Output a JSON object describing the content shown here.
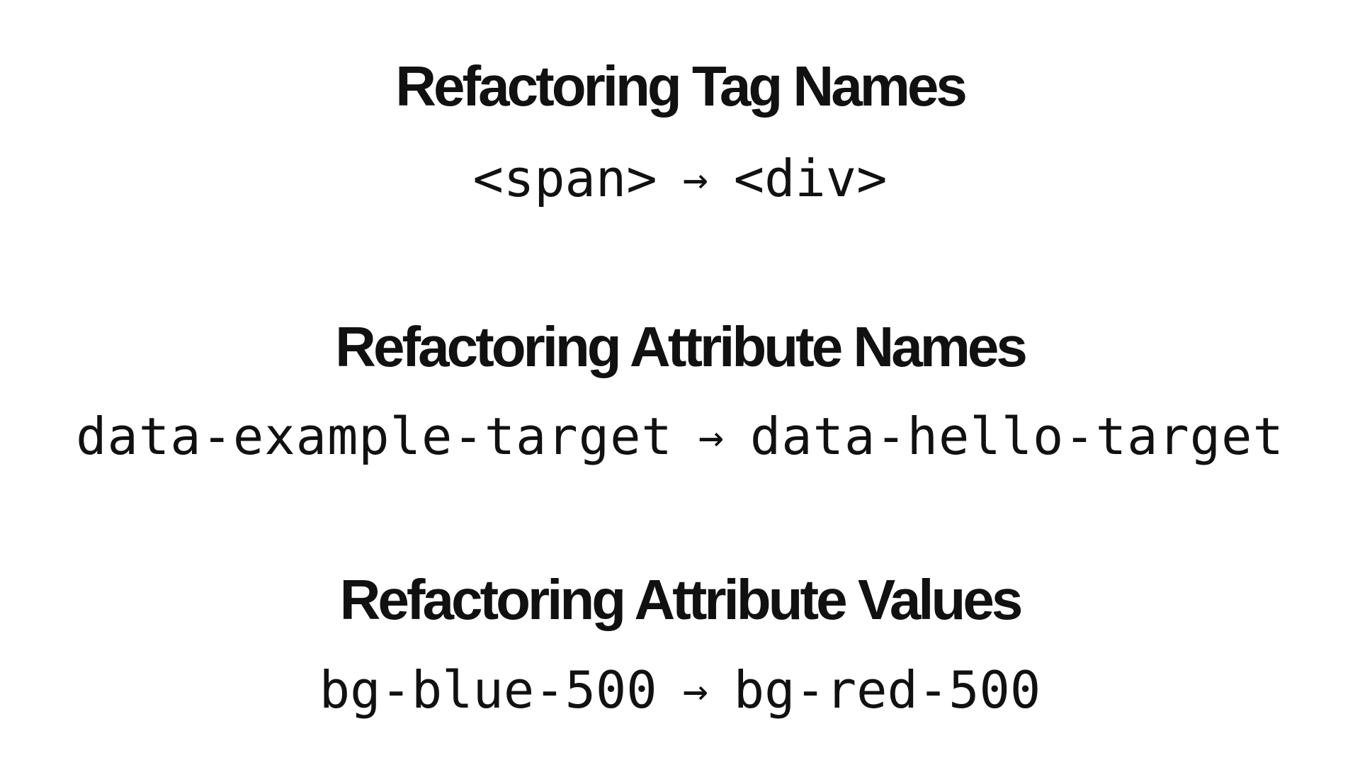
{
  "sections": [
    {
      "heading": "Refactoring Tag Names",
      "from": "<span>",
      "arrow": "→",
      "to": "<div>"
    },
    {
      "heading": "Refactoring Attribute Names",
      "from": "data-example-target",
      "arrow": "→",
      "to": "data-hello-target"
    },
    {
      "heading": "Refactoring Attribute Values",
      "from": "bg-blue-500",
      "arrow": "→",
      "to": "bg-red-500"
    }
  ]
}
